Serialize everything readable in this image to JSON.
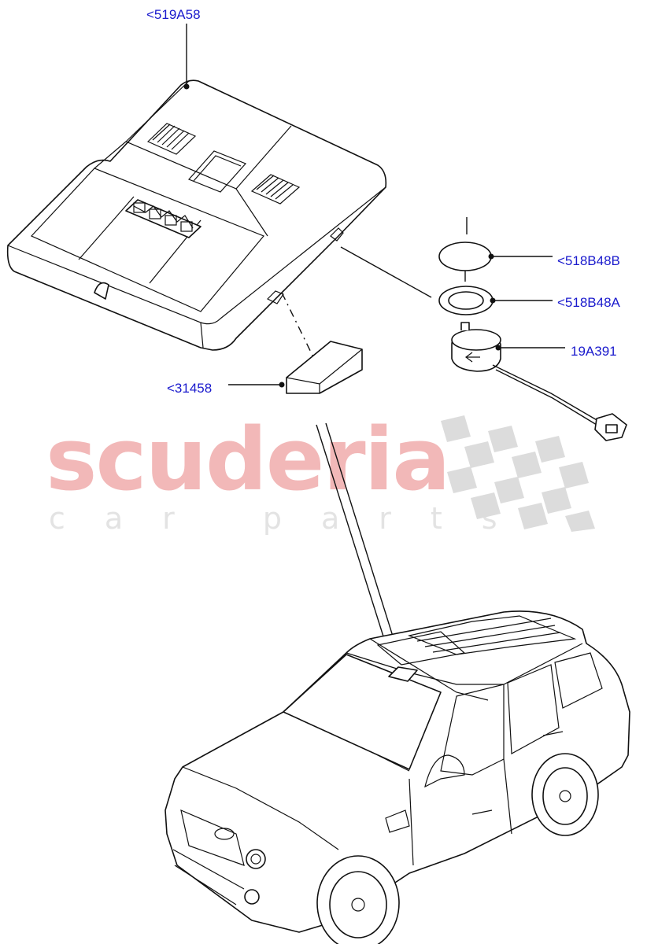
{
  "callouts": {
    "console": "<519A58",
    "lens": "<518B48B",
    "bezel": "<518B48A",
    "sensor": "19A391",
    "pad": "<31458"
  },
  "watermark": {
    "brand": "scuderia",
    "tagline": "car parts"
  },
  "colors": {
    "callout_text": "#1a1acd",
    "line_art": "#111111",
    "watermark_brand": "#f2b8b8",
    "watermark_checker": "#d9d9d9"
  }
}
